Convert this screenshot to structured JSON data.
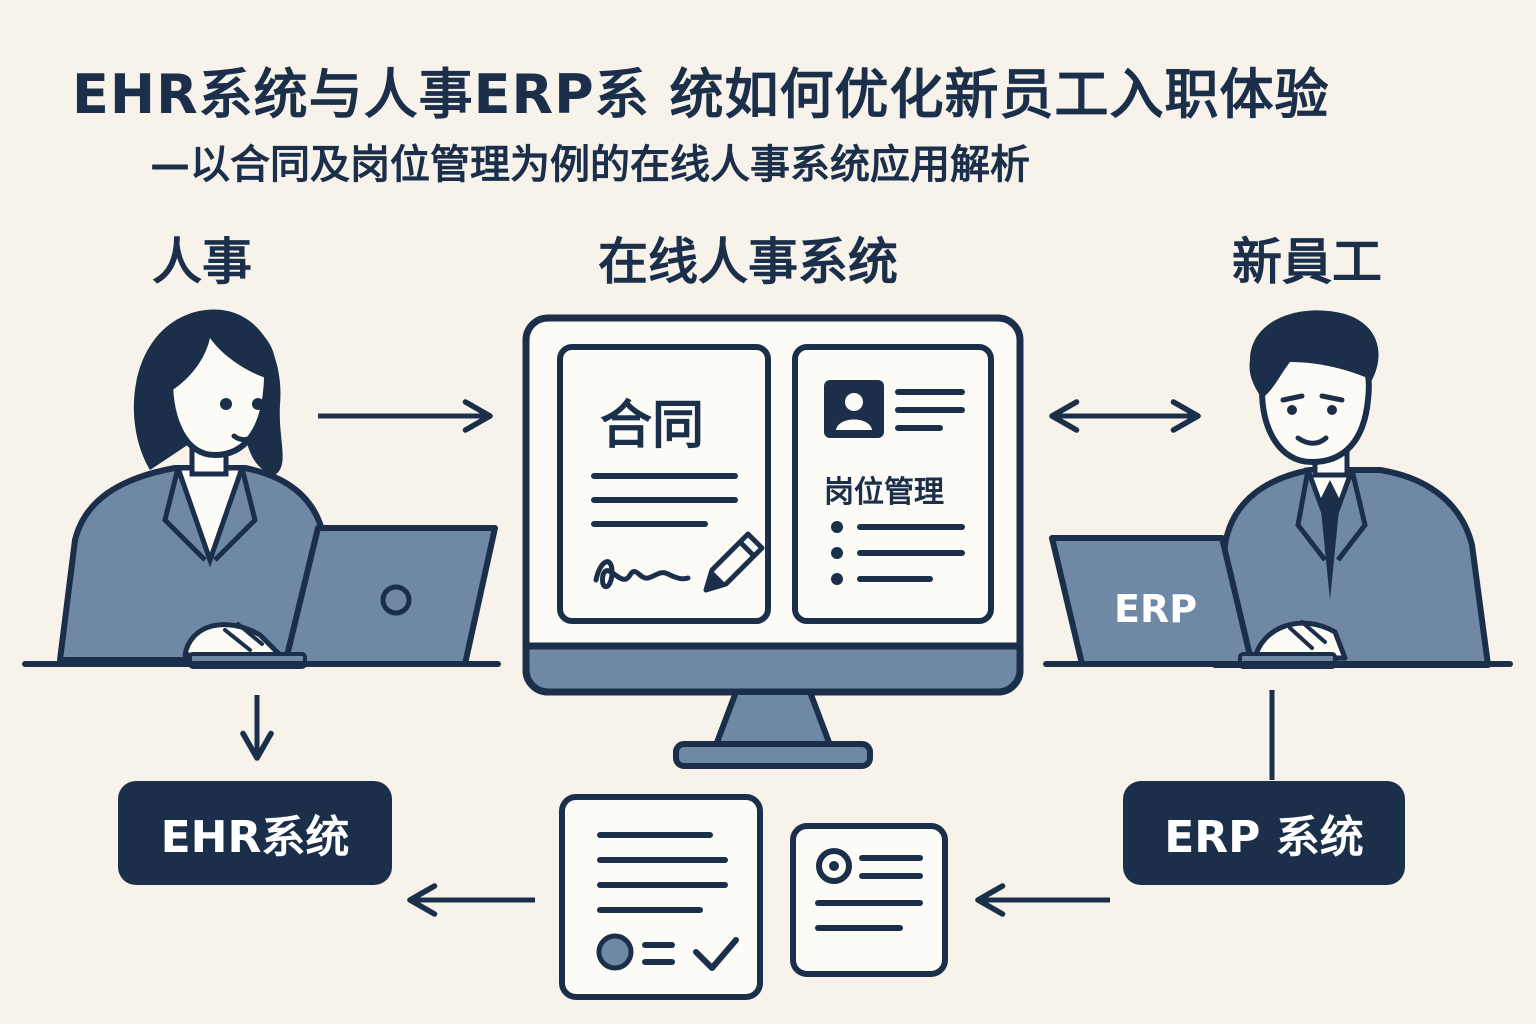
{
  "title": "EHR系统与人事ERP系 统如何优化新员工入职体验",
  "subtitle": "—以合同及岗位管理为例的在线人事系统应用解析",
  "roles": {
    "hr": "人事",
    "online_system": "在线人事系统",
    "new_employee": "新員工"
  },
  "screen": {
    "contract_panel_title": "合同",
    "position_panel_title": "岗位管理"
  },
  "laptop_right_label": "ERP",
  "systems": {
    "ehr": "EHR系统",
    "erp": "ERP 系统"
  },
  "colors": {
    "navy": "#1b2f4b",
    "slate": "#6f88a5",
    "background": "#f7f3ea",
    "panel": "#fdfbf6"
  }
}
